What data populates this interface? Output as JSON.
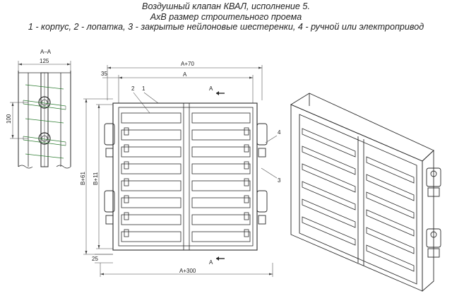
{
  "title": {
    "line1": "Воздушный клапан КВАЛ, исполнение 5.",
    "line2": "АхВ размер строительного проема",
    "line3": "1 - корпус, 2 - лопатка, 3 - закрытые нейлоновые шестеренки, 4 - ручной или электропривод"
  },
  "section_view": {
    "label": "А–А",
    "dim_width": "125",
    "dim_pitch": "100"
  },
  "front_view": {
    "dim_a70": "А+70",
    "dim_a": "А",
    "dim_35": "35",
    "dim_b61": "В+61",
    "dim_b11": "В+11",
    "dim_25": "25",
    "dim_a300": "А+300",
    "section_mark_top": "А",
    "section_mark_bottom": "А",
    "callout_1": "1",
    "callout_2": "2",
    "callout_3": "3",
    "callout_4": "4"
  },
  "colors": {
    "line": "#2a2a2a",
    "section_hatch": "#2e7d32",
    "background": "#ffffff"
  }
}
